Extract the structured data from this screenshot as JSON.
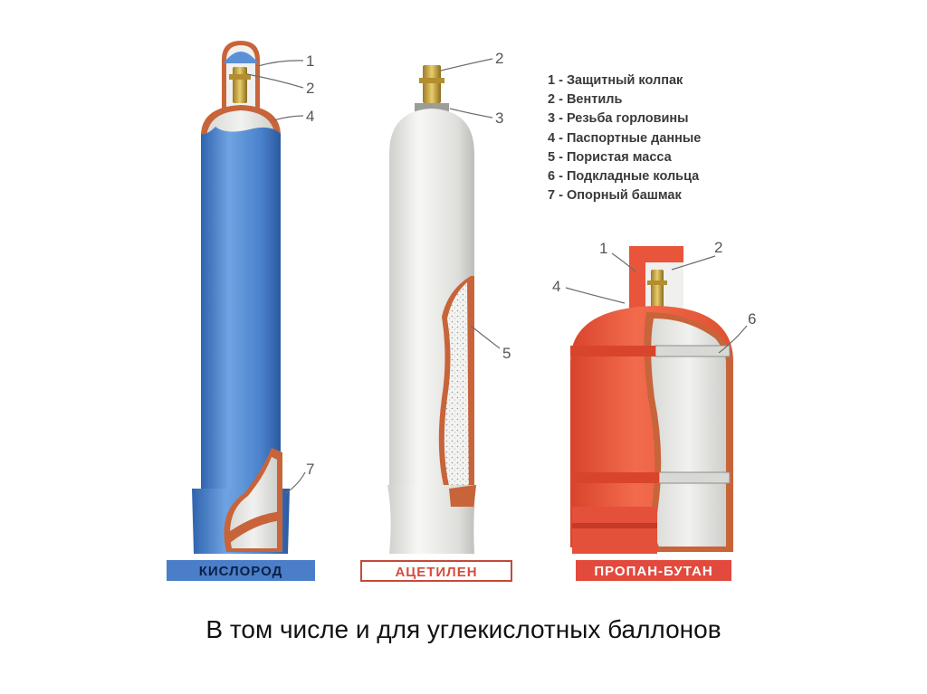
{
  "callouts": {
    "oxygen": [
      "1",
      "2",
      "4",
      "7"
    ],
    "acetylene": [
      "2",
      "3",
      "5"
    ],
    "propane": [
      "1",
      "2",
      "4",
      "6"
    ]
  },
  "legend": [
    "1 - Защитный колпак",
    "2 - Вентиль",
    "3 - Резьба горловины",
    "4 - Паспортные данные",
    "5 - Пористая масса",
    "6 - Подкладные кольца",
    "7 - Опорный башмак"
  ],
  "labels": {
    "oxygen": "КИСЛОРОД",
    "acetylene": "АЦЕТИЛЕН",
    "propane": "ПРОПАН-БУТАН"
  },
  "caption": "В том числе и для углекислотных баллонов",
  "colors": {
    "oxygen_blue": "#4f86cf",
    "acetylene_white": "#e8e8e6",
    "propane_red": "#e8553a",
    "cutaway_copper": "#c8643a",
    "label_oxygen_bg": "#4a7ec8",
    "label_propane_bg": "#e24a3d"
  }
}
